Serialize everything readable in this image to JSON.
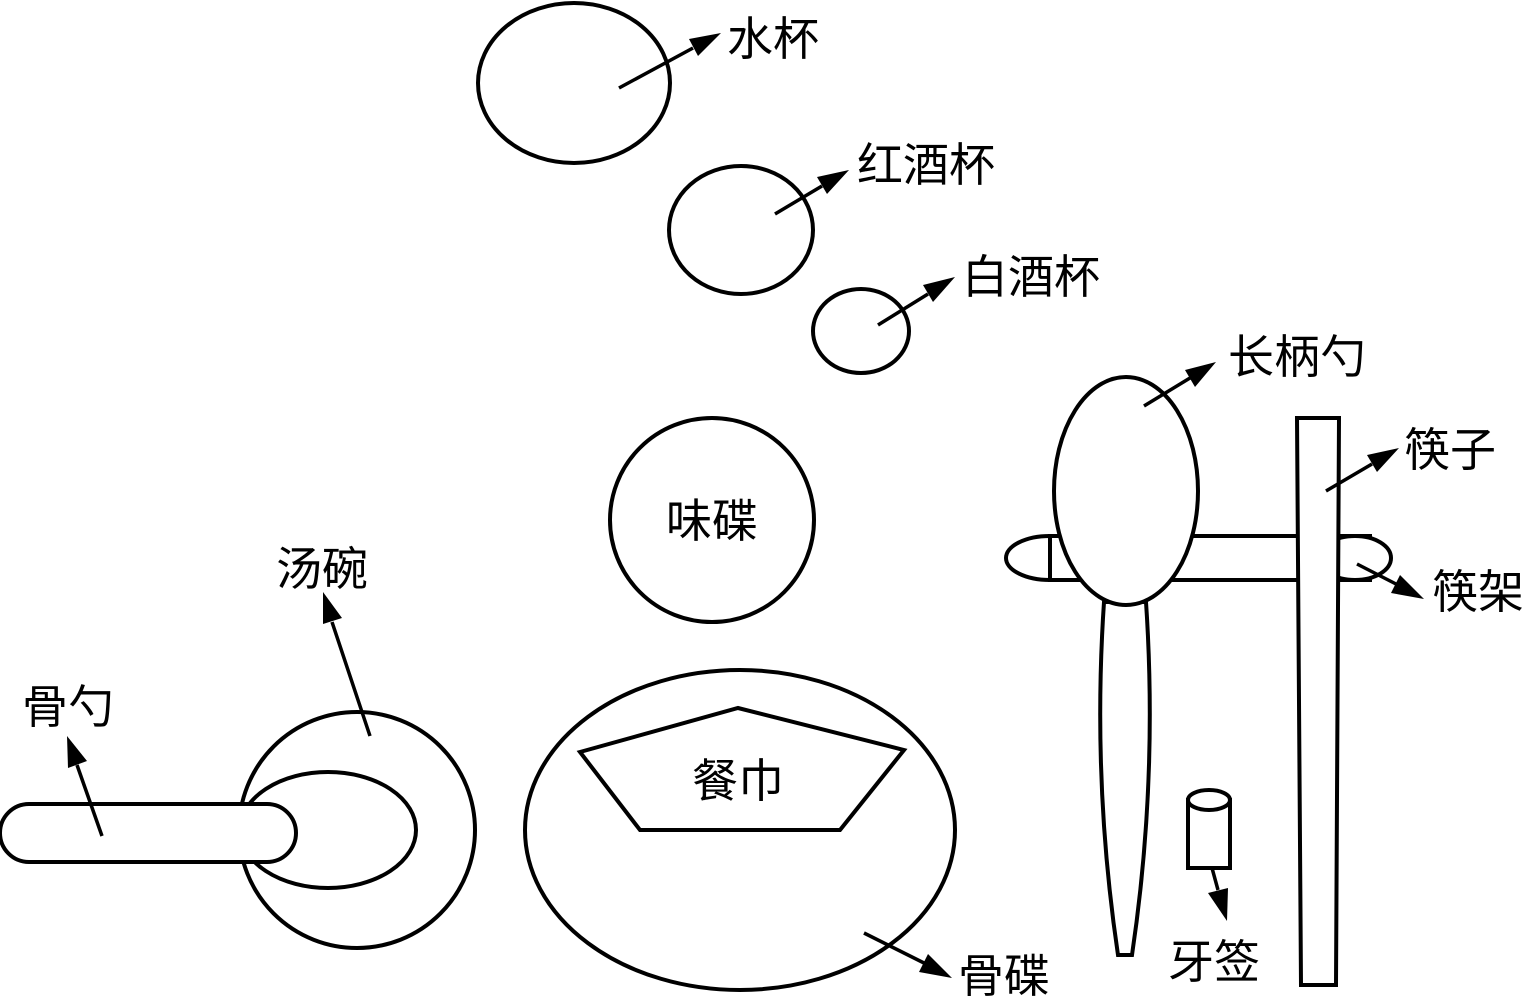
{
  "labels": {
    "water_glass": "水杯",
    "red_wine_glass": "红酒杯",
    "white_wine_glass": "白酒杯",
    "sauce_dish": "味碟",
    "soup_bowl": "汤碗",
    "bone_spoon": "骨勺",
    "napkin": "餐巾",
    "bone_plate": "骨碟",
    "long_spoon": "长柄勺",
    "chopsticks": "筷子",
    "chopstick_rest": "筷架",
    "toothpick": "牙签"
  }
}
